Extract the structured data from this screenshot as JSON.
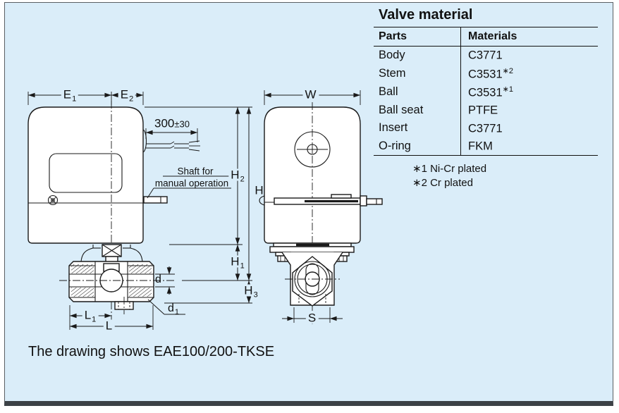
{
  "colors": {
    "panel_bg": "#daedf9",
    "line": "#1a1a1a",
    "panel_border": "#5a5f63",
    "bottom_bar": "#3c4146"
  },
  "table": {
    "title": "Valve material",
    "headers": [
      "Parts",
      "Materials"
    ],
    "rows": [
      {
        "part": "Body",
        "material": "C3771",
        "note": ""
      },
      {
        "part": "Stem",
        "material": "C3531",
        "note": "∗2"
      },
      {
        "part": "Ball",
        "material": "C3531",
        "note": "∗1"
      },
      {
        "part": "Ball seat",
        "material": "PTFE",
        "note": ""
      },
      {
        "part": "Insert",
        "material": "C3771",
        "note": ""
      },
      {
        "part": "O-ring",
        "material": "FKM",
        "note": ""
      }
    ],
    "footnotes": [
      "∗1 Ni-Cr plated",
      "∗2 Cr plated"
    ]
  },
  "drawing": {
    "caption": "The drawing shows EAE100/200-TKSE",
    "shaft_note": {
      "line1": "Shaft for",
      "line2": "manual operation"
    },
    "cable_dim": {
      "value": "300",
      "tolerance": "±30"
    },
    "dims": {
      "e1": {
        "base": "E",
        "sub": "1"
      },
      "e2": {
        "base": "E",
        "sub": "2"
      },
      "w": {
        "base": "W",
        "sub": ""
      },
      "h": {
        "base": "H",
        "sub": ""
      },
      "h1": {
        "base": "H",
        "sub": "1"
      },
      "h2": {
        "base": "H",
        "sub": "2"
      },
      "h3": {
        "base": "H",
        "sub": "3"
      },
      "l": {
        "base": "L",
        "sub": ""
      },
      "l1": {
        "base": "L",
        "sub": "1"
      },
      "s": {
        "base": "S",
        "sub": ""
      },
      "d": {
        "base": "d",
        "sub": ""
      },
      "d1": {
        "base": "d",
        "sub": "1"
      }
    }
  }
}
